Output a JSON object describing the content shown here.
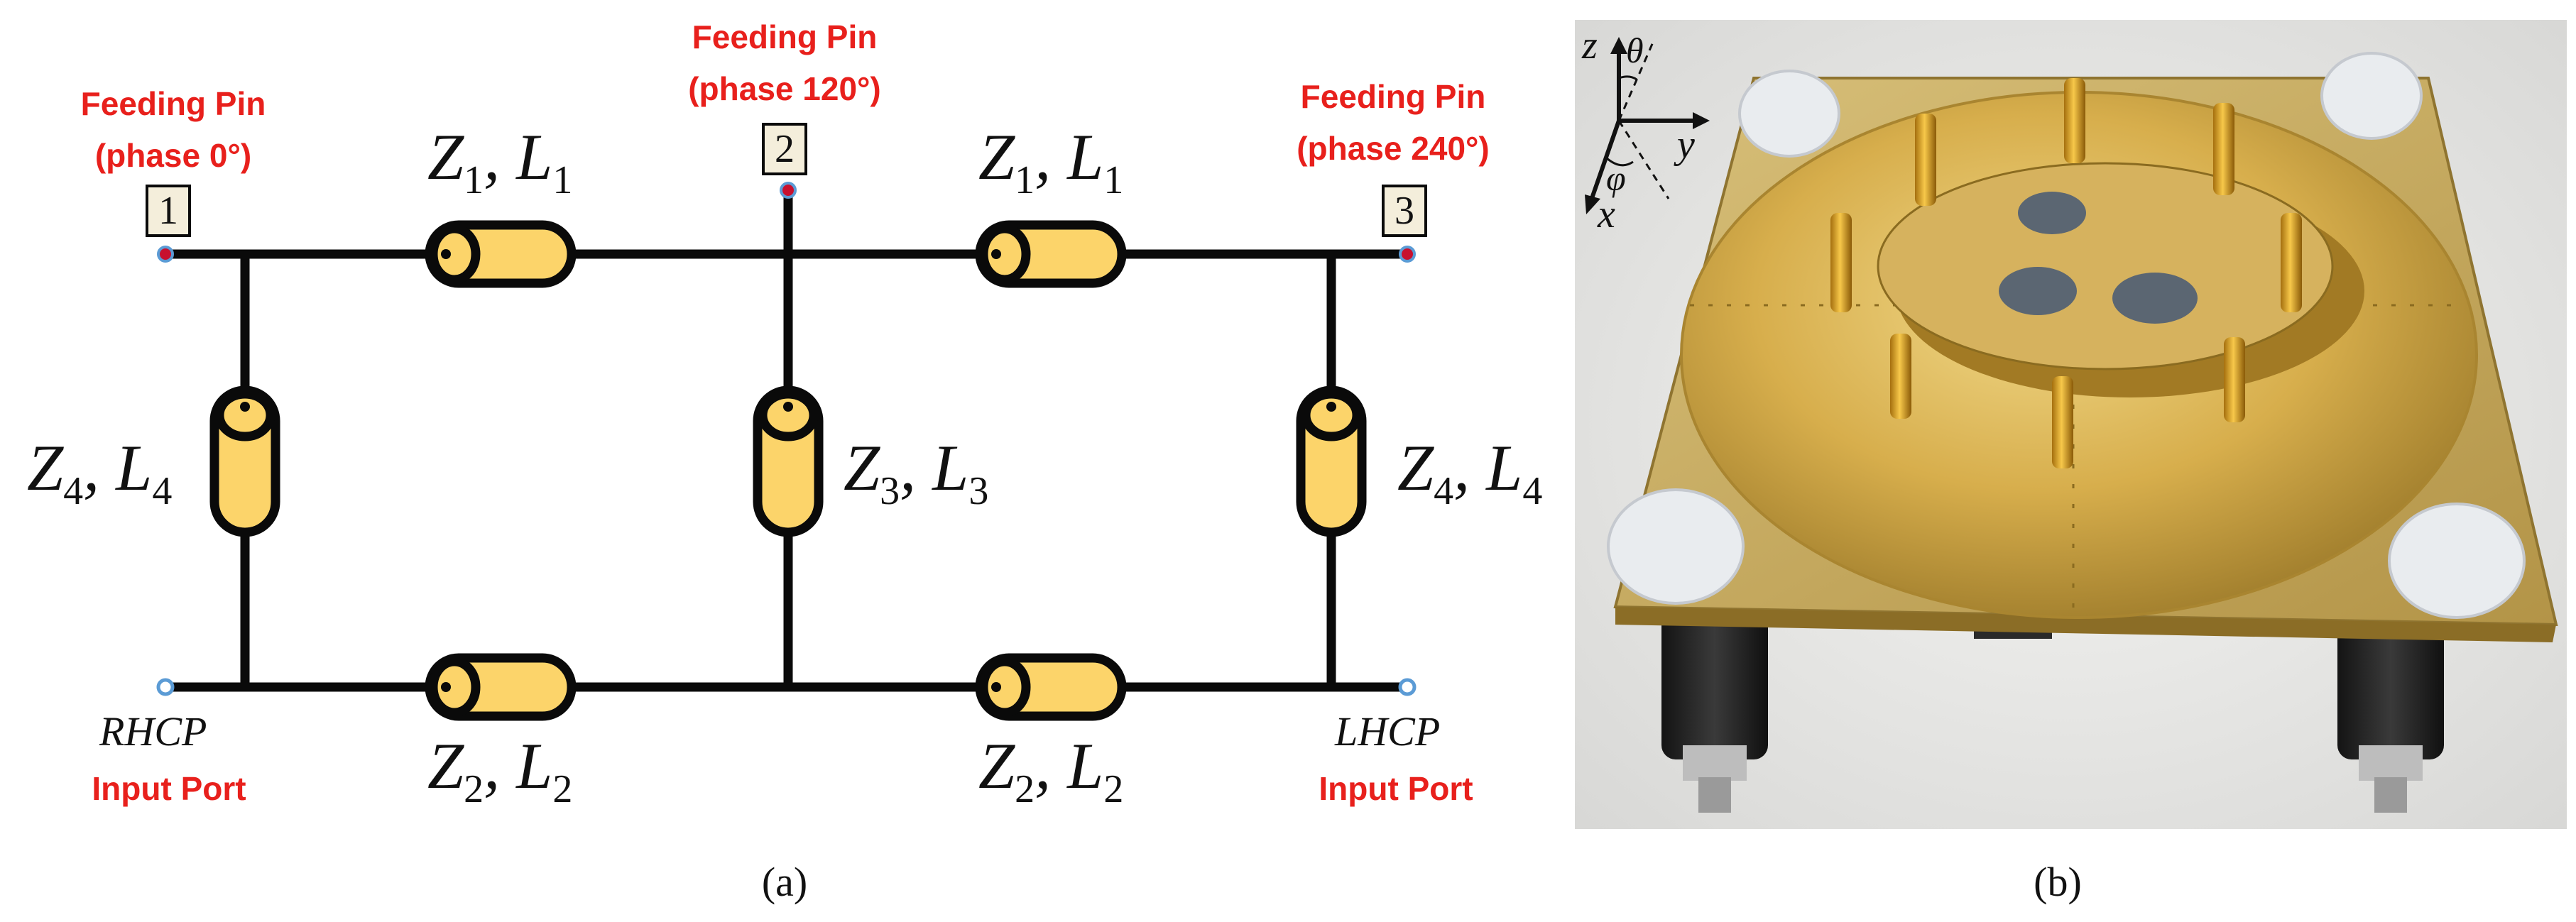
{
  "panel_a": {
    "feeding_pins": [
      {
        "line1": "Feeding Pin",
        "line2": "(phase 0°)",
        "number": "1"
      },
      {
        "line1": "Feeding Pin",
        "line2": "(phase 120°)",
        "number": "2"
      },
      {
        "line1": "Feeding Pin",
        "line2": "(phase 240°)",
        "number": "3"
      }
    ],
    "lines": {
      "top_left": {
        "z": "Z",
        "z_sub": "1",
        "l": "L",
        "l_sub": "1"
      },
      "top_right": {
        "z": "Z",
        "z_sub": "1",
        "l": "L",
        "l_sub": "1"
      },
      "bottom_left": {
        "z": "Z",
        "z_sub": "2",
        "l": "L",
        "l_sub": "2"
      },
      "bottom_right": {
        "z": "Z",
        "z_sub": "2",
        "l": "L",
        "l_sub": "2"
      },
      "vertical_left": {
        "z": "Z",
        "z_sub": "4",
        "l": "L",
        "l_sub": "4"
      },
      "vertical_middle": {
        "z": "Z",
        "z_sub": "3",
        "l": "L",
        "l_sub": "3"
      },
      "vertical_right": {
        "z": "Z",
        "z_sub": "4",
        "l": "L",
        "l_sub": "4"
      }
    },
    "ports": {
      "left": {
        "polarization": "RHCP",
        "label": "Input Port"
      },
      "right": {
        "polarization": "LHCP",
        "label": "Input Port"
      }
    },
    "caption": "(a)"
  },
  "panel_b": {
    "axes": {
      "z": "z",
      "theta": "θ",
      "y": "y",
      "phi": "φ",
      "x": "x"
    },
    "caption": "(b)"
  },
  "colors": {
    "label_red": "#e8201c",
    "line_fill": "#fcd46a",
    "wire": "#0a0a0a",
    "pin_box": "#f4eedb",
    "pin_dot": "#c8102e",
    "port_dot": "#5b9bd5"
  }
}
